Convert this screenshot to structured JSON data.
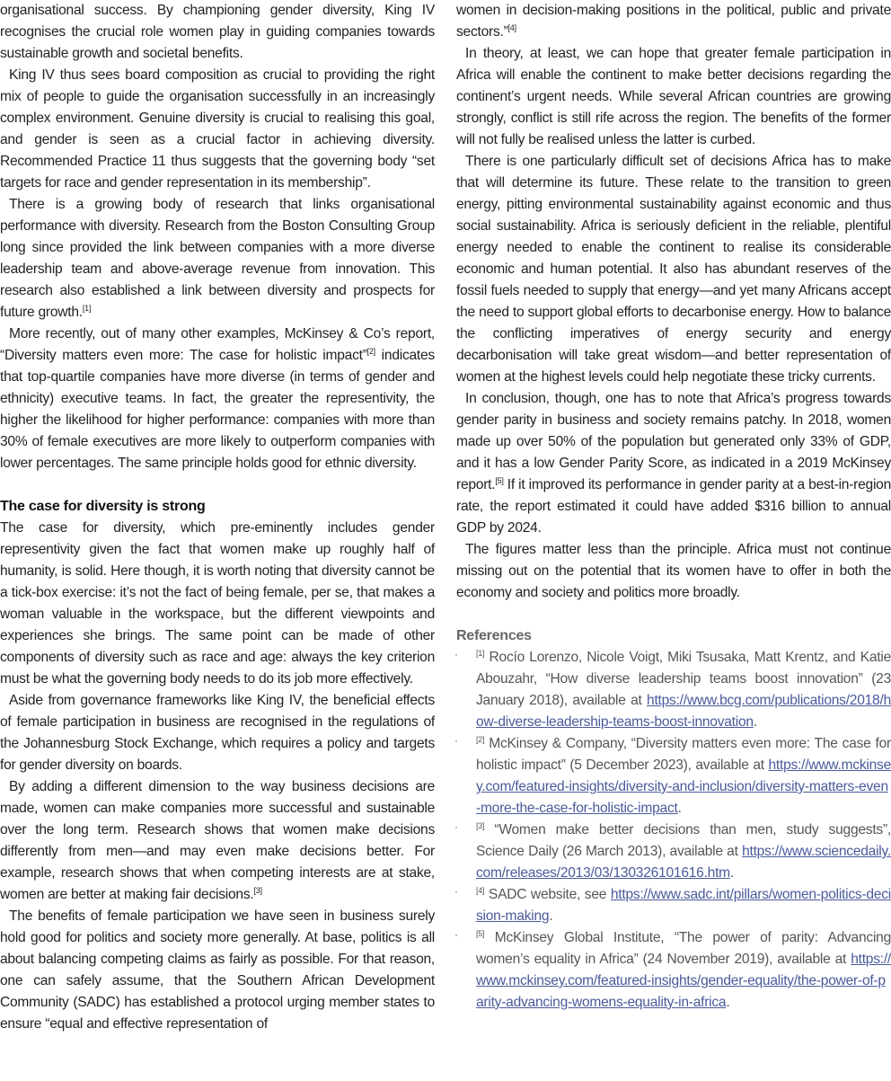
{
  "left_column": {
    "paragraphs_before_heading": [
      {
        "indent": false,
        "segments": [
          "organisational success. By championing gender diversity, King IV recognises the crucial role women play in guiding companies towards sustainable growth and societal benefits."
        ]
      },
      {
        "indent": true,
        "segments": [
          "King IV thus sees board composition as crucial to providing the right mix of people to guide the organisation successfully in an increasingly complex environment. Genuine diversity is crucial to realising this goal, and gender is seen as a crucial factor in achieving diversity. Recommended Practice 11 thus suggests that the governing body “set targets for race and gender representation in its membership”."
        ]
      },
      {
        "indent": true,
        "segments": [
          "There is a growing body of research that links organisational performance with diversity. Research from the Boston Consulting Group long since provided the link between companies with a more diverse leadership team and above-average revenue from innovation. This research also established a link between diversity and prospects for future growth.",
          {
            "sup": "[1]"
          }
        ]
      },
      {
        "indent": true,
        "segments": [
          "More recently, out of many other examples, McKinsey & Co’s report, “Diversity matters even more: The case for holistic impact”",
          {
            "sup": "[2]"
          },
          " indicates that top-quartile companies have more diverse (in terms of gender and ethnicity) executive teams. In fact, the greater the representivity, the higher the likelihood for higher performance: companies with more than 30% of female executives are more likely to outperform companies with lower percentages. The same principle holds good for ethnic diversity."
        ]
      }
    ],
    "heading": "The case for diversity is strong",
    "paragraphs_after_heading": [
      {
        "indent": false,
        "segments": [
          "The case for diversity, which pre-eminently includes gender representivity given the fact that women make up roughly half of humanity, is solid. Here though, it is worth noting that diversity cannot be a tick-box exercise: it’s not the fact of being female, per se, that makes a woman valuable in the workspace, but the different viewpoints and experiences she brings. The same point can be made of other components of diversity such as race and age: always the key criterion must be what the governing body needs to do its job more effectively."
        ]
      },
      {
        "indent": true,
        "segments": [
          "Aside from governance frameworks like King IV, the beneficial effects of female participation in business are recognised in the regulations of the Johannesburg Stock Exchange, which requires a policy and targets for gender diversity on boards."
        ]
      },
      {
        "indent": true,
        "segments": [
          "By adding a different dimension to the way business decisions are made, women can make companies more successful and sustainable over the long term. Research shows that women make decisions differently from men—and may even make decisions better. For example, research shows that when competing interests are at stake, women are better at making fair decisions.",
          {
            "sup": "[3]"
          }
        ]
      },
      {
        "indent": true,
        "segments": [
          "The benefits of female participation we have seen in business surely hold good for politics and society more generally. At base, politics is all about balancing competing claims as fairly as possible. For that reason, one can safely assume, that the Southern African Development Community (SADC) has established a protocol urging member states to ensure “equal and effective representation of"
        ]
      }
    ]
  },
  "right_column": {
    "paragraphs": [
      {
        "indent": false,
        "segments": [
          "women in decision-making positions in the political, public and private sectors.”",
          {
            "sup": "[4]"
          }
        ]
      },
      {
        "indent": true,
        "segments": [
          "In theory, at least, we can hope that greater female participation in Africa will enable the continent to make better decisions regarding the continent’s urgent needs. While several African countries are growing strongly, conflict is still rife across the region. The benefits of the former will not fully be realised unless the latter is curbed."
        ]
      },
      {
        "indent": true,
        "segments": [
          "There is one particularly difficult set of decisions Africa has to make that will determine its future. These relate to the transition to green energy, pitting environmental sustainability against economic and thus social sustainability. Africa is seriously deficient in the reliable, plentiful energy needed to enable the continent to realise its considerable economic and human potential. It also has abundant reserves of the fossil fuels needed to supply that energy—and yet many Africans accept the need to support global efforts to decarbonise energy. How to balance the conflicting imperatives of energy security and energy decarbonisation will take great wisdom—and better representation of women at the highest levels could help negotiate these tricky currents."
        ]
      },
      {
        "indent": true,
        "segments": [
          "In conclusion, though, one has to note that Africa’s progress towards gender parity in business and society remains patchy. In 2018, women made up over 50% of the population but generated only 33% of GDP, and it has a low Gender Parity Score, as indicated in a 2019 McKinsey report.",
          {
            "sup": "[5]"
          },
          " If it improved its performance in gender parity at a best-in-region rate, the report estimated it could have added $316 billion to annual GDP by 2024."
        ]
      },
      {
        "indent": true,
        "segments": [
          "The figures matter less than the principle. Africa must not continue missing out on the potential that its women have to offer in both the economy and society and politics more broadly."
        ]
      }
    ],
    "references": {
      "title": "References",
      "bullet": "·",
      "link_color": "#4a5a9a",
      "items": [
        {
          "num": "[1]",
          "text": " Rocío Lorenzo, Nicole Voigt, Miki Tsusaka, Matt Krentz, and Katie Abouzahr, “How diverse leadership teams boost innovation” (23 January 2018), available at ",
          "url": "https://www.bcg.com/publications/2018/how-diverse-leadership-teams-boost-innovation",
          "end": "."
        },
        {
          "num": "[2]",
          "text": " McKinsey & Company, “Diversity matters even more: The case for holistic impact” (5 December 2023), available at ",
          "url": "https://www.mckinsey.com/featured-insights/diversity-and-inclusion/diversity-matters-even-more-the-case-for-holistic-impact",
          "end": "."
        },
        {
          "num": "[3]",
          "text": " “Women make better decisions than men, study suggests”, Science Daily (26 March 2013), available at ",
          "url": "https://www.sciencedaily.com/releases/2013/03/130326101616.htm",
          "end": "."
        },
        {
          "num": "[4]",
          "text": " SADC website, see ",
          "url": "https://www.sadc.int/pillars/women-politics-decision-making",
          "end": "."
        },
        {
          "num": "[5]",
          "text": " McKinsey Global Institute, “The power of parity: Advancing women’s equality in Africa” (24 November 2019), available at ",
          "url": "https://www.mckinsey.com/featured-insights/gender-equality/the-power-of-parity-advancing-womens-equality-in-africa",
          "end": "."
        }
      ]
    }
  }
}
